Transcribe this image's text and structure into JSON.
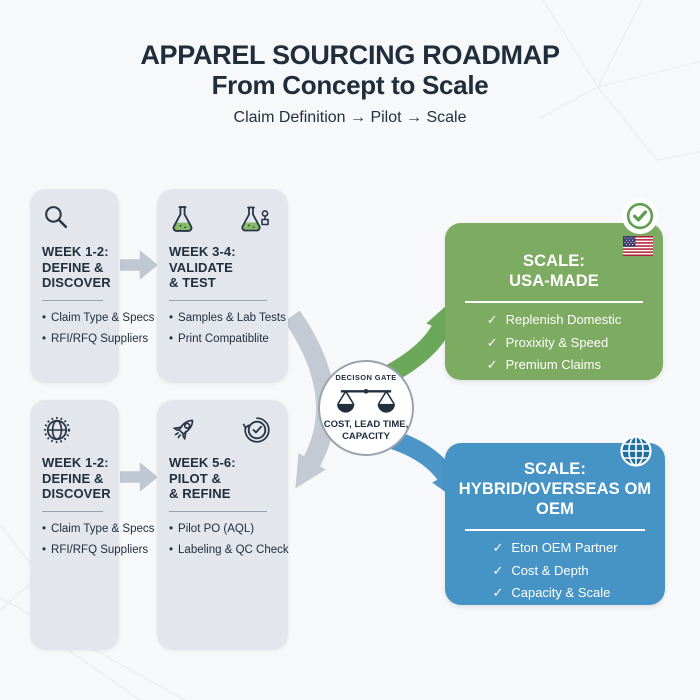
{
  "header": {
    "title_line1": "APPAREL SOURCING ROADMAP",
    "title_line2": "From Concept to Scale",
    "subtitle": "Claim Definition → Pilot → Scale"
  },
  "icons": {
    "check": "✓",
    "bullet": "•"
  },
  "phases": [
    {
      "icon": "search-icon",
      "heading": [
        "WEEK 1-2:",
        "DEFINE &",
        "DISCOVER"
      ],
      "bullets": [
        "Claim Type & Specs",
        "RFI/RFQ Suppliers"
      ]
    },
    {
      "icon": "flask-icon, flask-test-icon",
      "heading": [
        "WEEK 3-4:",
        "VALIDATE",
        "& TEST"
      ],
      "bullets": [
        "Samples & Lab Tests",
        "Print Compatiblite"
      ]
    },
    {
      "icon": "globe-gear-icon",
      "heading": [
        "WEEK 1-2:",
        "DEFINE &",
        "DISCOVER"
      ],
      "bullets": [
        "Claim Type & Specs",
        "RFI/RFQ Suppliers"
      ]
    },
    {
      "icon": "rocket-icon, clock-check-icon",
      "heading": [
        "WEEK 5-6:",
        "PILOT &",
        "& REFINE"
      ],
      "bullets": [
        "Pilot PO (AQL)",
        "Labeling & QC Check"
      ]
    }
  ],
  "decision_gate": {
    "label": "DECISON GATE",
    "icon": "balance-scale-icon",
    "criteria": [
      "COST, LEAD TIME,",
      "CAPACITY"
    ]
  },
  "outcomes": [
    {
      "icon": "usa-flag-icon",
      "badge_icon": "check-badge-icon",
      "title": [
        "SCALE:",
        "USA-MADE"
      ],
      "items": [
        "Replenish Domestic",
        "Proxixity & Speed",
        "Premium Claims"
      ],
      "accent": "#7dab62"
    },
    {
      "icon": "globe-icon",
      "title": [
        "SCALE:",
        "HYBRID/OVERSEAS OM",
        "OEM"
      ],
      "items": [
        "Eton OEM Partner",
        "Cost & Depth",
        "Capacity & Scale"
      ],
      "accent": "#4694c5"
    }
  ],
  "colors": {
    "background": "#f7f8f9",
    "panel_gray": "#e3e6ec",
    "text_dark": "#202d3b",
    "arrow_gray": "#c3cad4",
    "green": "#7dab62",
    "green_arrow": "#6ca85a",
    "blue": "#4694c5",
    "blue_arrow": "#4b96c6"
  }
}
